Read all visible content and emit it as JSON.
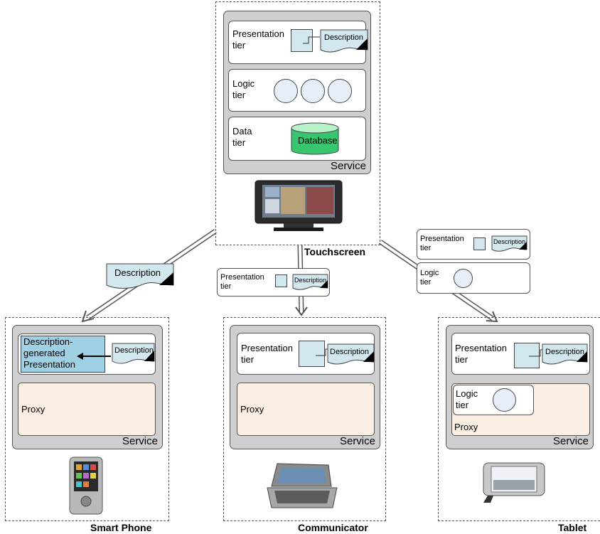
{
  "colors": {
    "service_bg": "#cfcfcf",
    "proxy_bg": "#fbeee2",
    "presentation_box": "#d3e7ef",
    "generated_box": "#9fd0e3",
    "logic_circle": "#e7eef9",
    "database_top": "#b7f1c8",
    "database_body": "#38c56f",
    "arrow_fill": "#ffffff"
  },
  "server": {
    "device_name": "Touchscreen",
    "tiers": {
      "presentation": "Presentation\ntier",
      "logic": "Logic\ntier",
      "data": "Data\ntier"
    },
    "description": "Description",
    "database": "Database",
    "service": "Service",
    "device_icon": "touchscreen-device-icon"
  },
  "transfers": {
    "to_smartphone": "Description",
    "to_communicator": {
      "tier": "Presentation\ntier",
      "description": "Description"
    },
    "to_tablet": {
      "presentation_tier": "Presentation\ntier",
      "description": "Description",
      "logic_tier": "Logic\ntier"
    }
  },
  "clients": {
    "smartphone": {
      "name": "Smart Phone",
      "generated": "Description-\ngenerated\nPresentation",
      "description": "Description",
      "proxy": "Proxy",
      "service": "Service",
      "device_icon": "smartphone-icon"
    },
    "communicator": {
      "name": "Communicator",
      "tier": "Presentation\ntier",
      "description": "Description",
      "proxy": "Proxy",
      "service": "Service",
      "device_icon": "communicator-icon"
    },
    "tablet": {
      "name": "Tablet",
      "tier": "Presentation\ntier",
      "description": "Description",
      "logic": "Logic\ntier",
      "proxy": "Proxy",
      "service": "Service",
      "device_icon": "tablet-icon"
    }
  }
}
